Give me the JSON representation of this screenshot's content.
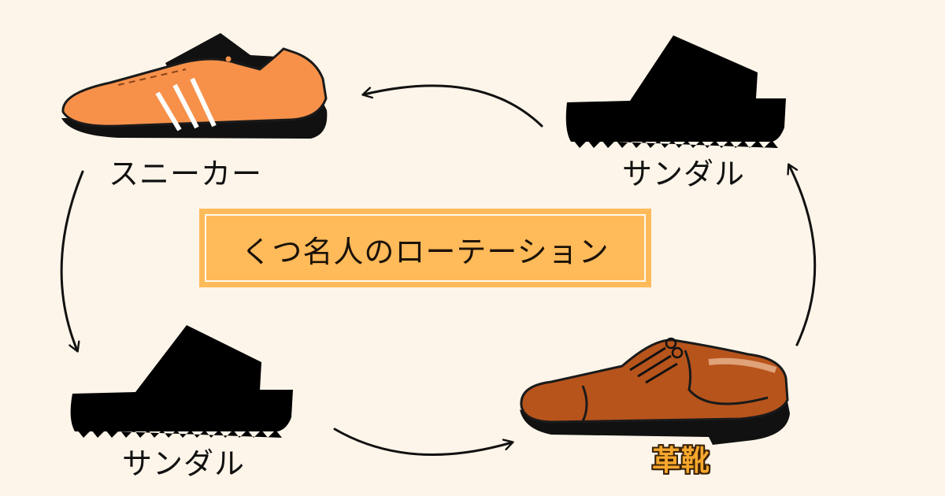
{
  "title": "くつ名人のローテーション",
  "nodes": {
    "sneaker": {
      "label": "スニーカー"
    },
    "sandal_top_right": {
      "label": "サンダル"
    },
    "sandal_bottom_left": {
      "label": "サンダル"
    },
    "leather_shoes": {
      "label": "革靴"
    }
  },
  "colors": {
    "background": "#fdf5e9",
    "title_box": "#ffba5a",
    "sneaker": "#f7914a",
    "leather": "#b7541c",
    "leather_label": "#f6a72c",
    "sandal": "#000000"
  },
  "icons": [
    "sneaker-icon",
    "sandal-icon",
    "leather-shoe-icon",
    "arrow-icon"
  ]
}
